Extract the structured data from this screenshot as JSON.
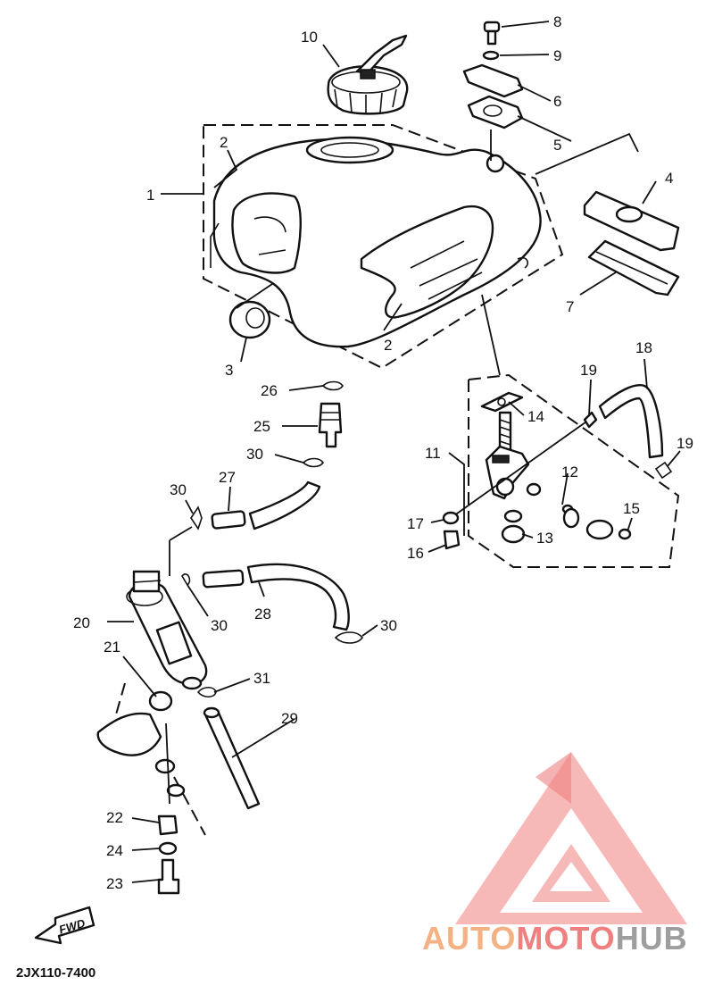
{
  "diagram": {
    "part_numbers": [
      "1",
      "2",
      "2",
      "3",
      "4",
      "5",
      "6",
      "7",
      "8",
      "9",
      "10",
      "11",
      "12",
      "13",
      "14",
      "15",
      "16",
      "17",
      "18",
      "19",
      "19",
      "20",
      "21",
      "22",
      "23",
      "24",
      "25",
      "26",
      "27",
      "28",
      "29",
      "30",
      "30",
      "30",
      "30",
      "31"
    ],
    "direction_label": "FWD",
    "drawing_code": "2JX110-7400"
  },
  "watermark": {
    "word_part1": "AUTO",
    "word_part2": "MOTO",
    "word_part3": "HUB",
    "color_main": "#f08080",
    "color_light": "#f6b48a",
    "color_dark": "#a8a8a8"
  }
}
